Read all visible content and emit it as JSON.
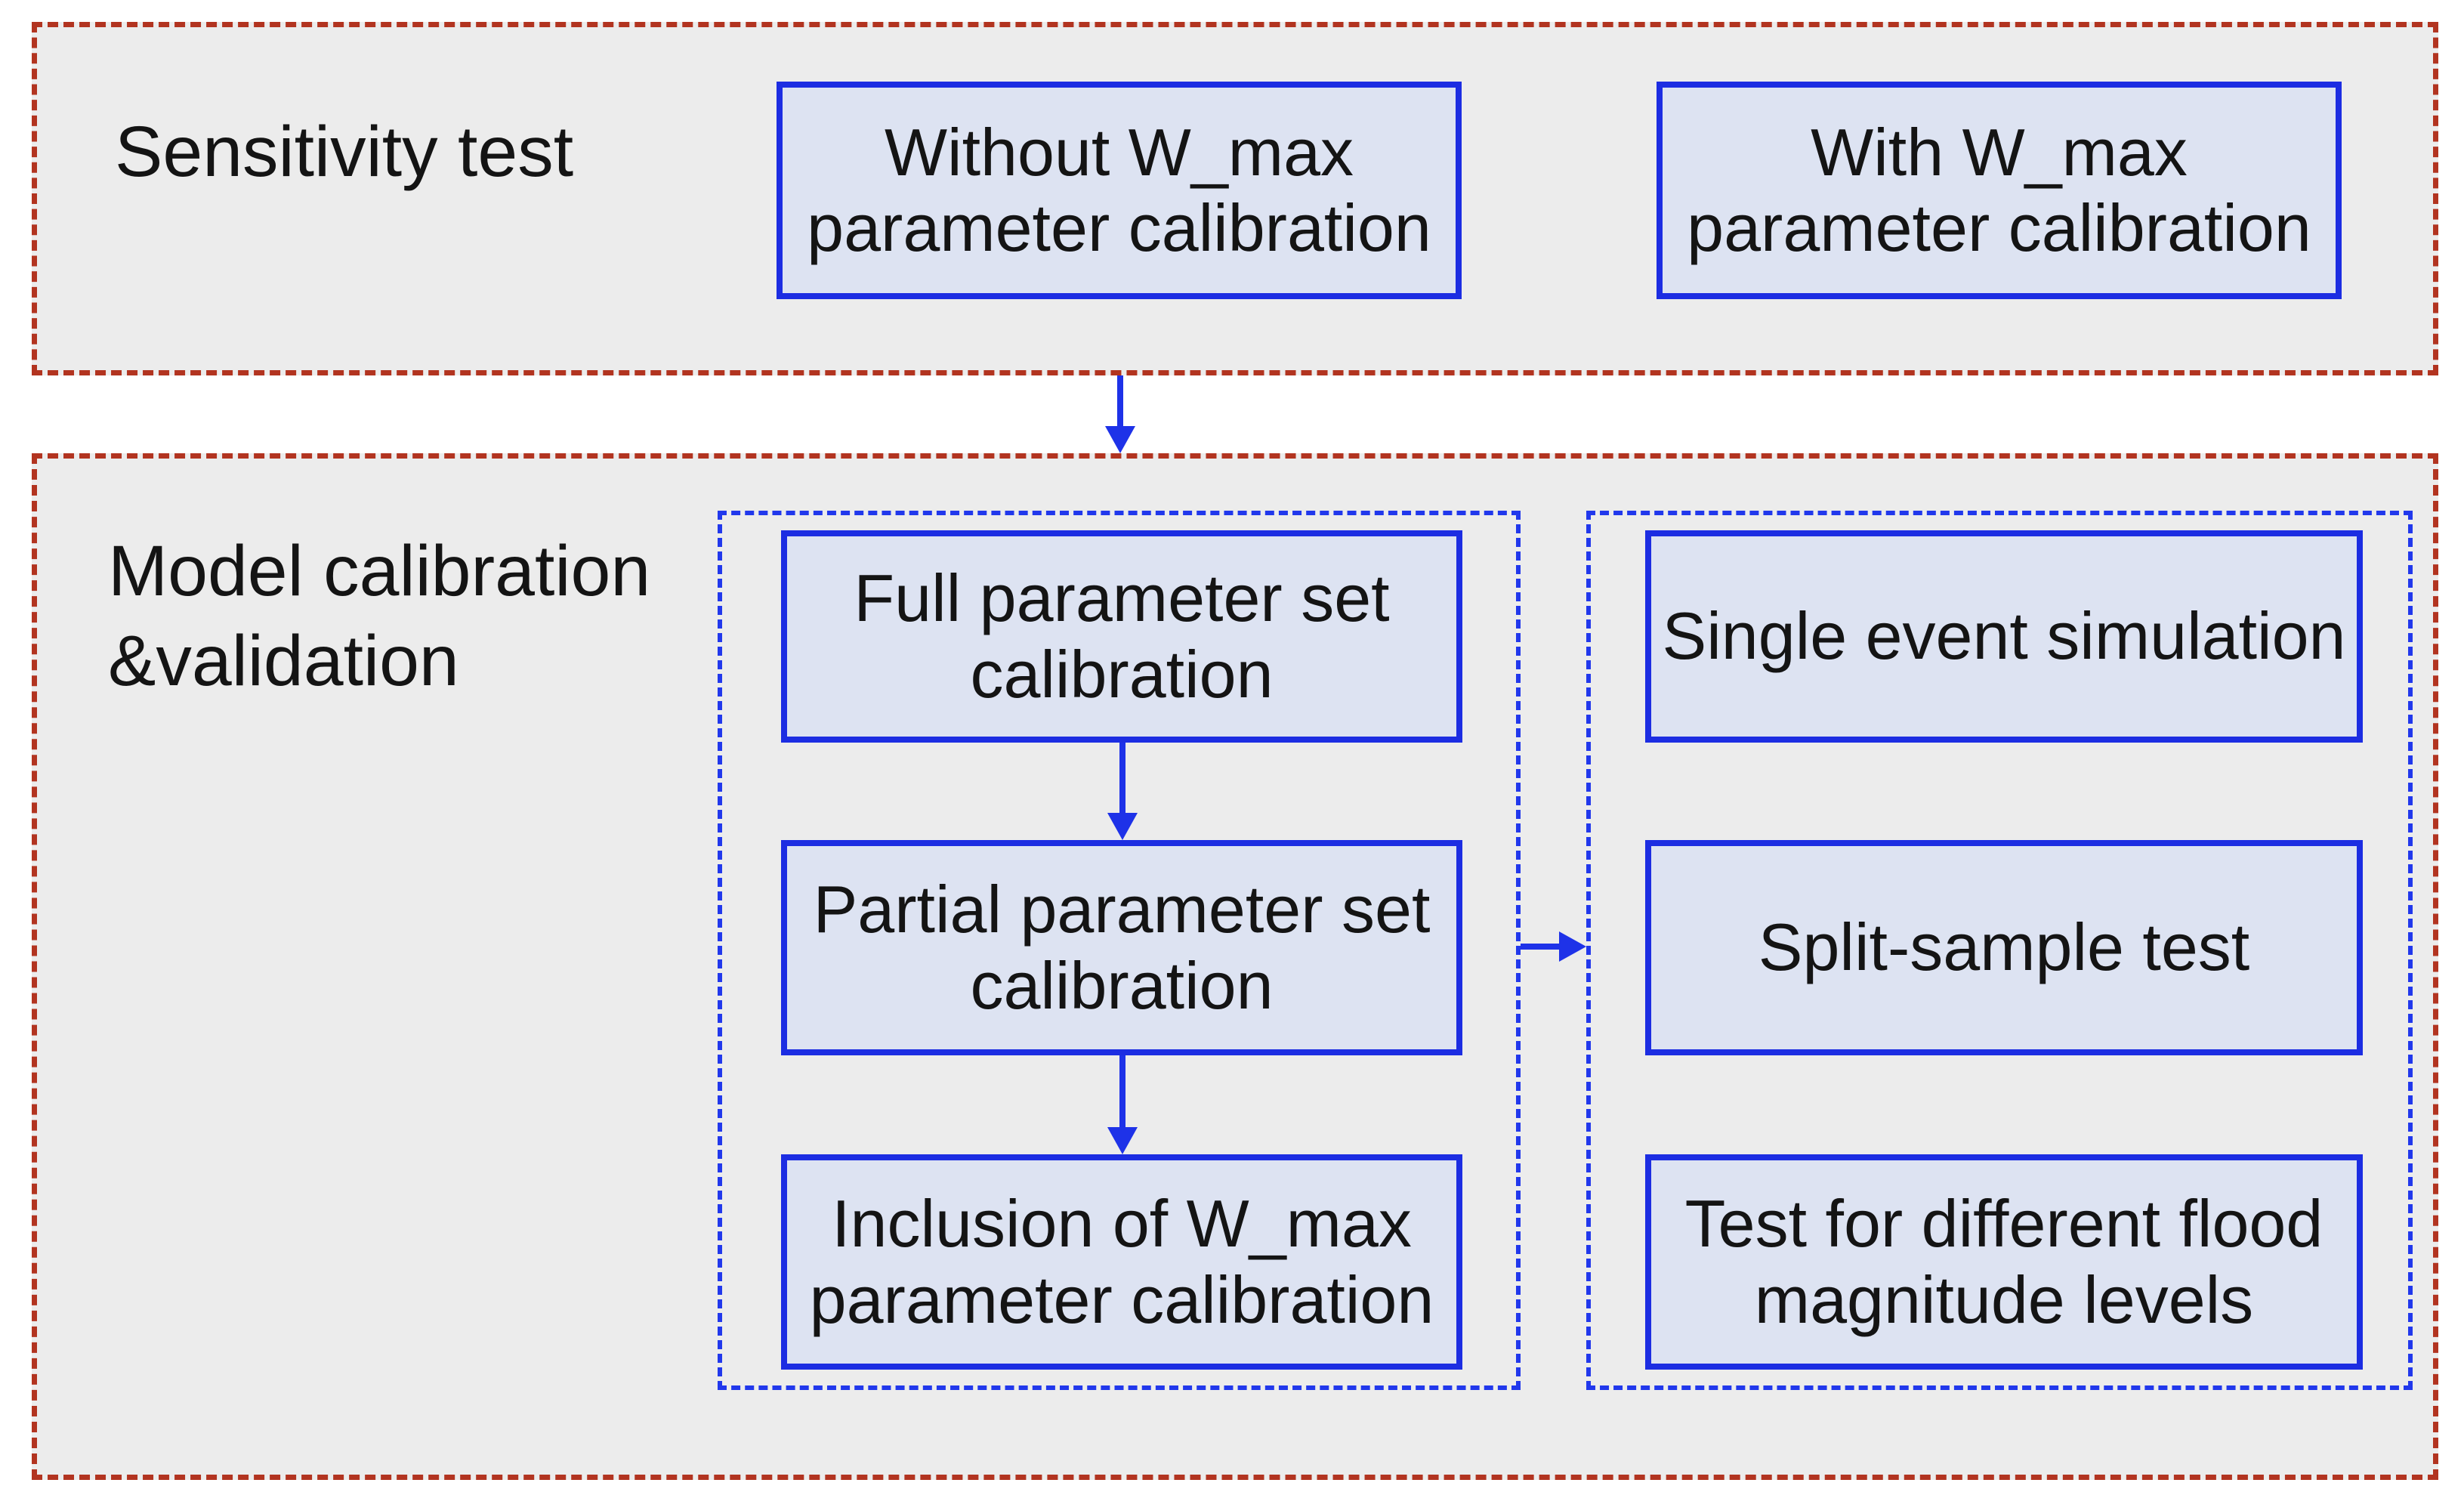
{
  "section1": {
    "label": "Sensitivity test",
    "box_without": {
      "lines": [
        "Without W_max",
        "parameter calibration"
      ]
    },
    "box_with": {
      "lines": [
        "With W_max",
        "parameter calibration"
      ]
    }
  },
  "section2": {
    "label_lines": [
      "Model calibration",
      "&validation"
    ],
    "calibration_chain": {
      "box_full": {
        "lines": [
          "Full parameter set",
          "calibration"
        ]
      },
      "box_partial": {
        "lines": [
          "Partial parameter set",
          "calibration"
        ]
      },
      "box_inclusion": {
        "lines": [
          "Inclusion of W_max",
          "parameter calibration"
        ]
      }
    },
    "validation_stack": {
      "box_single_event": {
        "lines": [
          "Single event simulation"
        ]
      },
      "box_split_sample": {
        "lines": [
          "Split-sample test"
        ]
      },
      "box_flood_magnitude": {
        "lines": [
          "Test for different flood",
          "magnitude levels"
        ]
      }
    }
  },
  "colors": {
    "section_border": "#b23420",
    "box_border": "#1c2de2",
    "box_fill": "#dde3f2",
    "dash_blue": "#2138ec",
    "arrow": "#1e32e8",
    "section_bg": "#ececec",
    "text": "#141414",
    "page_bg": "#ffffff"
  }
}
